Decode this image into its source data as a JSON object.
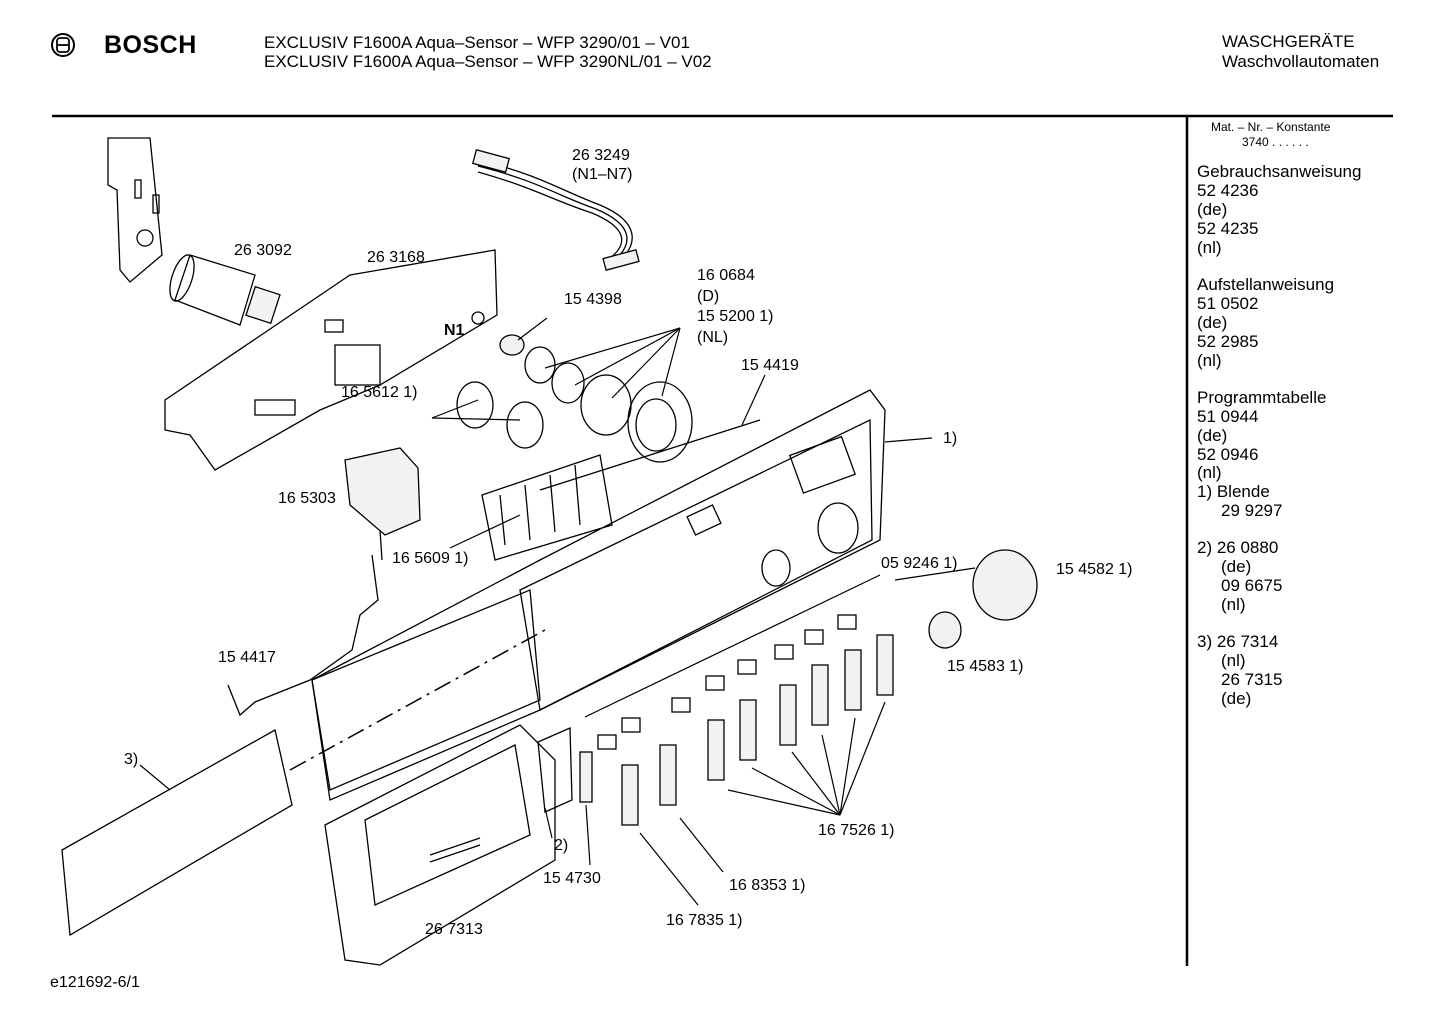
{
  "header": {
    "brand": "BOSCH",
    "logo_icon": "bosch-armature-icon",
    "title_line1": "EXCLUSIV F1600A Aqua–Sensor – WFP 3290/01 – V01",
    "title_line2": "EXCLUSIV F1600A Aqua–Sensor – WFP 3290NL/01 – V02",
    "category_line1": "WASCHGERÄTE",
    "category_line2": "Waschvollautomaten"
  },
  "sidebar": {
    "mat_nr_label": "Mat. – Nr. – Konstante",
    "mat_nr_value": "3740 . . . . . .",
    "blocks": [
      {
        "title": "Gebrauchsanweisung",
        "lines": [
          "52 4236",
          "(de)",
          "52 4235",
          "(nl)"
        ]
      },
      {
        "title": "Aufstellanweisung",
        "lines": [
          "51 0502",
          "(de)",
          "52 2985",
          "(nl)"
        ]
      },
      {
        "title": "Programmtabelle",
        "lines": [
          "51 0944",
          "(de)",
          "52 0946",
          "(nl)"
        ]
      }
    ],
    "notes": [
      {
        "lines": [
          "1) Blende",
          "29 9297"
        ]
      },
      {
        "lines": [
          "2) 26 0880",
          "(de)",
          "09 6675",
          "(nl)"
        ]
      },
      {
        "lines": [
          "3) 26 7314",
          "(nl)",
          "26 7315",
          "(de)"
        ]
      }
    ]
  },
  "labels": {
    "p263249": "26 3249",
    "p263249b": "(N1–N7)",
    "p263092": "26 3092",
    "p263168": "26 3168",
    "n1": "N1",
    "p160684": "16 0684",
    "p160684b": "(D)",
    "p155200": "15 5200 1)",
    "p155200b": "(NL)",
    "p154398": "15 4398",
    "p154419": "15 4419",
    "p165612": "16 5612 1)",
    "blende": "1)",
    "p165303": "16 5303",
    "p165609": "16 5609 1)",
    "p059246": "05 9246 1)",
    "p154582": "15 4582 1)",
    "p154417": "15 4417",
    "p154583": "15 4583 1)",
    "note3": "3)",
    "note2": "2)",
    "p154730": "15 4730",
    "p167526": "16 7526 1)",
    "p168353": "16 8353 1)",
    "p267313": "26 7313",
    "p167835": "16 7835 1)"
  },
  "footer": {
    "code": "e121692-6/1"
  }
}
